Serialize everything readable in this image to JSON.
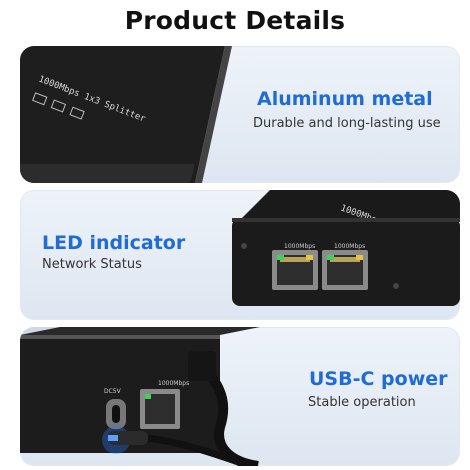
{
  "title": "Product Details",
  "features": [
    {
      "heading": "Aluminum metal",
      "sub": "Durable and long-lasting use"
    },
    {
      "heading": "LED indicator",
      "sub": "Network Status"
    },
    {
      "heading": "USB-C power",
      "sub": "Stable operation"
    }
  ],
  "device_labels": {
    "model": "1000Mbps 1x3 Splitter",
    "port_label": "1000Mbps",
    "power_label": "DC5V"
  },
  "colors": {
    "accent": "#1f6cd6",
    "device": "#1b1b1b",
    "led_green": "#3fd25a",
    "led_amber": "#e7c43a"
  }
}
